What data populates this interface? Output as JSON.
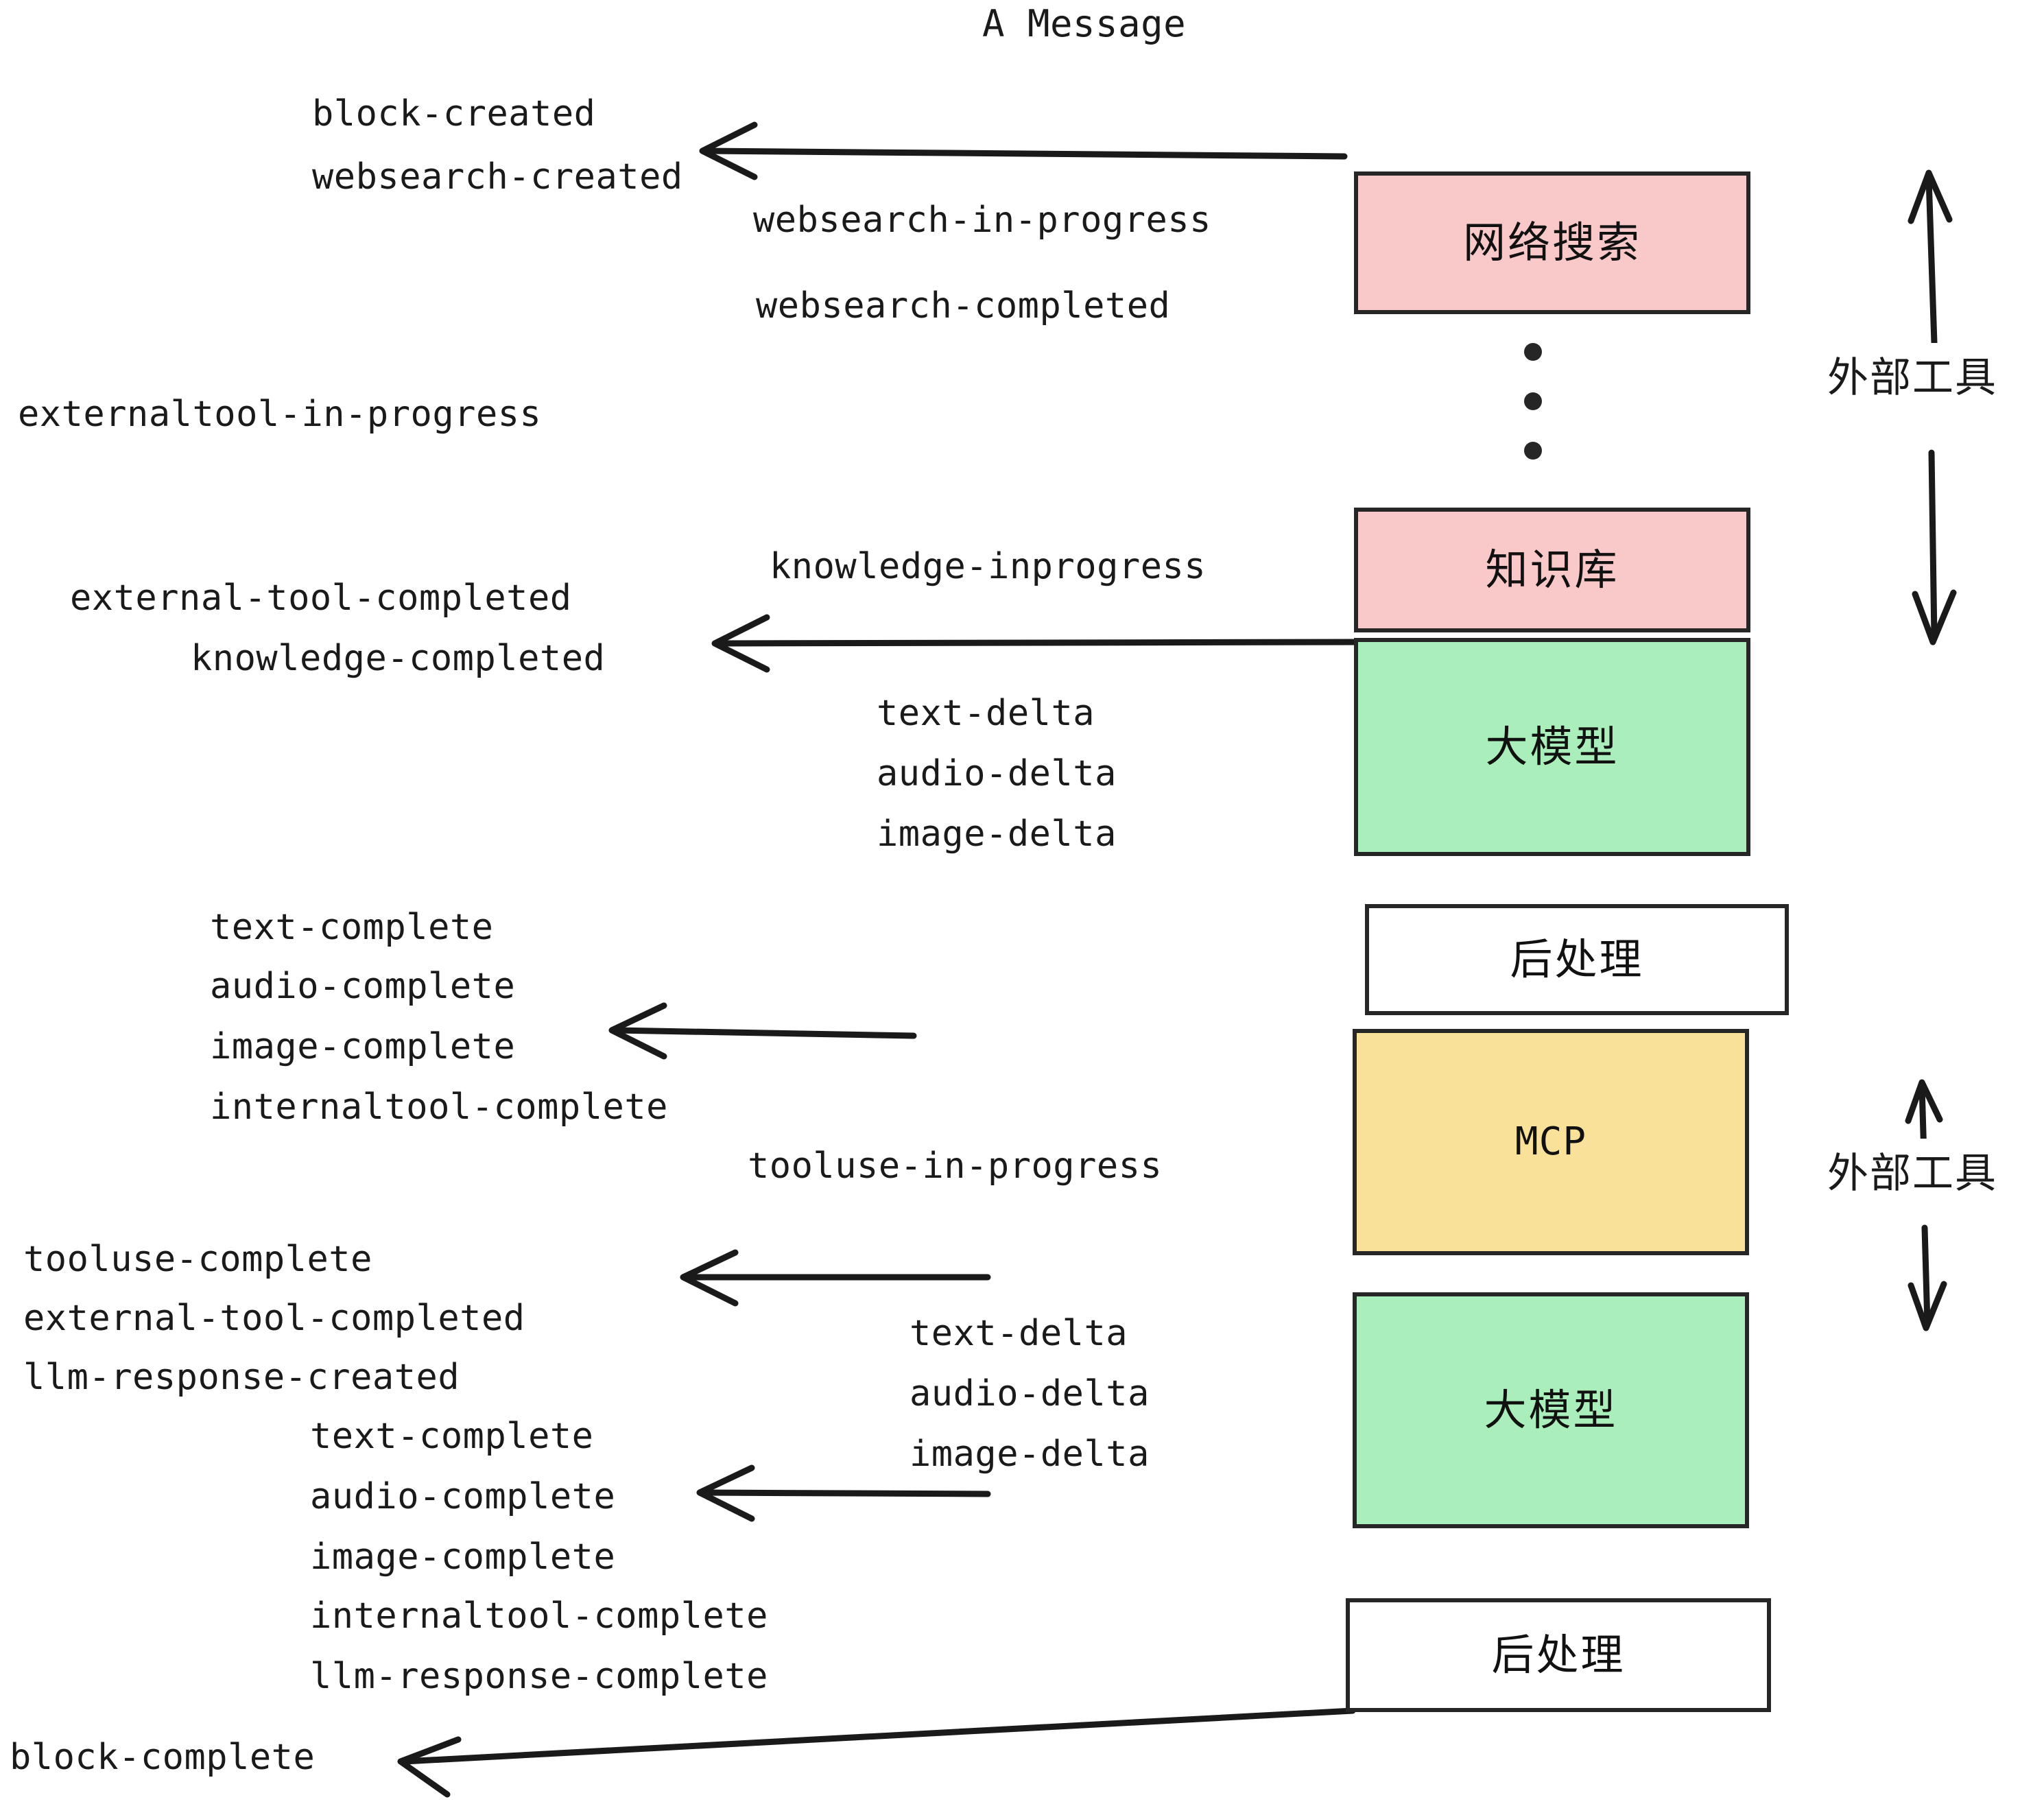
{
  "diagram": {
    "title": "A Message",
    "colors": {
      "external_tool_fill": "#f9c8c8",
      "llm_fill": "#aaeebb",
      "mcp_fill": "#fae19a",
      "postprocess_fill": "#ffffff",
      "stroke": "#262626",
      "text": "#1a1a1a",
      "background": "#ffffff"
    },
    "nodes": [
      {
        "id": "websearch",
        "label": "网络搜索",
        "fill": "#f9c8c8",
        "kind": "external-tool"
      },
      {
        "id": "knowledge",
        "label": "知识库",
        "fill": "#f9c8c8",
        "kind": "external-tool"
      },
      {
        "id": "llm1",
        "label": "大模型",
        "fill": "#aaeebb",
        "kind": "llm"
      },
      {
        "id": "postprocess1",
        "label": "后处理",
        "fill": "#ffffff",
        "kind": "postprocess"
      },
      {
        "id": "mcp",
        "label": "MCP",
        "fill": "#fae19a",
        "kind": "mcp"
      },
      {
        "id": "llm2",
        "label": "大模型",
        "fill": "#aaeebb",
        "kind": "llm"
      },
      {
        "id": "postprocess2",
        "label": "后处理",
        "fill": "#ffffff",
        "kind": "postprocess"
      }
    ],
    "side_labels": [
      {
        "id": "external-tool-upper",
        "label": "外部工具"
      },
      {
        "id": "external-tool-lower",
        "label": "外部工具"
      }
    ],
    "events": {
      "block_created": "block-created",
      "websearch_created": "websearch-created",
      "websearch_in_progress": "websearch-in-progress",
      "websearch_completed": "websearch-completed",
      "externaltool_in_progress": "externaltool-in-progress",
      "knowledge_inprogress": "knowledge-inprogress",
      "external_tool_completed_1": "external-tool-completed",
      "knowledge_completed": "knowledge-completed",
      "text_delta_1": "text-delta",
      "audio_delta_1": "audio-delta",
      "image_delta_1": "image-delta",
      "text_complete_1": "text-complete",
      "audio_complete_1": "audio-complete",
      "image_complete_1": "image-complete",
      "internaltool_complete_1": "internaltool-complete",
      "tooluse_in_progress": "tooluse-in-progress",
      "tooluse_complete": "tooluse-complete",
      "external_tool_completed_2": "external-tool-completed",
      "llm_response_created": "llm-response-created",
      "text_delta_2": "text-delta",
      "audio_delta_2": "audio-delta",
      "image_delta_2": "image-delta",
      "text_complete_2": "text-complete",
      "audio_complete_2": "audio-complete",
      "image_complete_2": "image-complete",
      "internaltool_complete_2": "internaltool-complete",
      "llm_response_complete": "llm-response-complete",
      "block_complete": "block-complete"
    },
    "ellipsis": "⋮"
  }
}
